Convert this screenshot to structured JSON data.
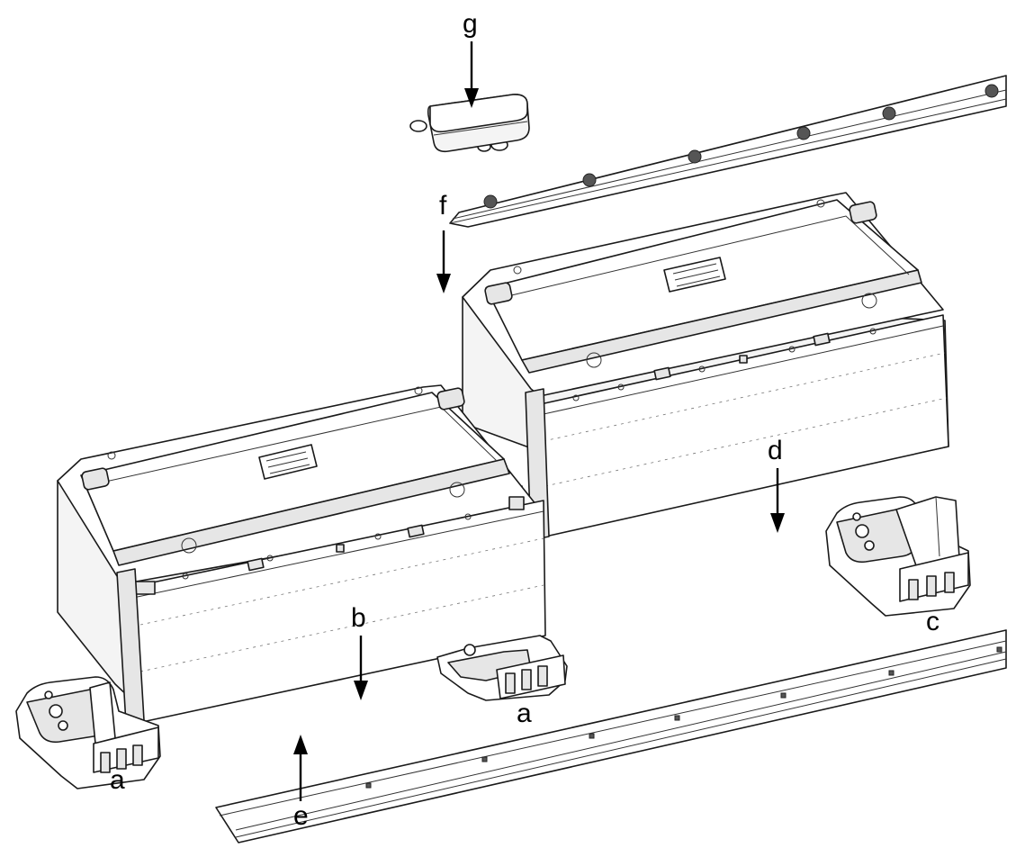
{
  "diagram": {
    "callouts": {
      "a_left": "a",
      "a_center": "a",
      "b": "b",
      "c": "c",
      "d": "d",
      "e": "e",
      "f": "f",
      "g": "g"
    }
  }
}
